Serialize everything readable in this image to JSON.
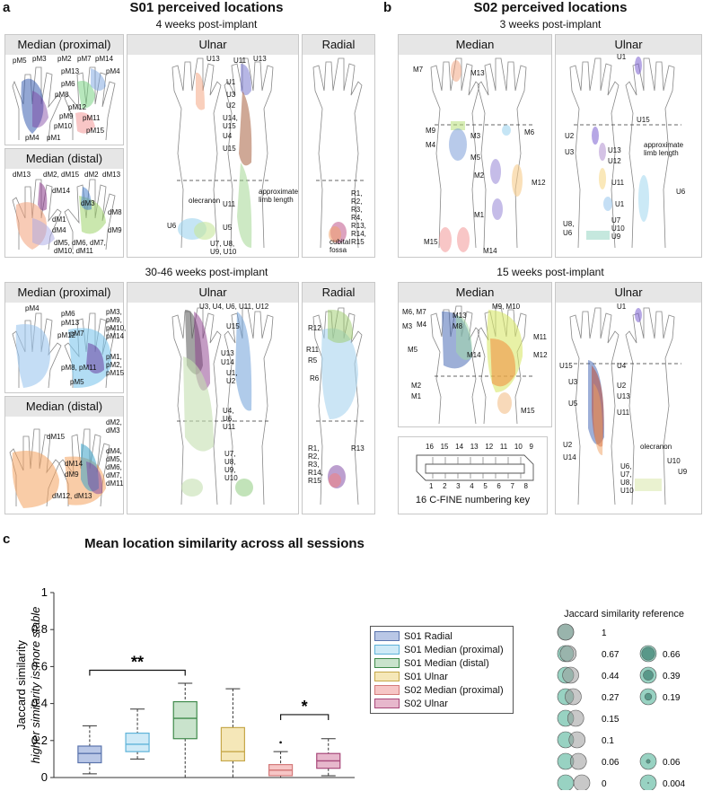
{
  "panels": {
    "a": {
      "letter": "a",
      "title": "S01 perceived locations",
      "session1": "4 weeks post-implant",
      "session2": "30-46 weeks post-implant",
      "boxes": {
        "median_proximal": "Median (proximal)",
        "median_distal": "Median (distal)",
        "ulnar": "Ulnar",
        "radial": "Radial"
      },
      "labels_top": {
        "mp": [
          "pM5",
          "pM3",
          "pM2",
          "pM7",
          "pM14",
          "pM13",
          "pM4",
          "pM6",
          "pM8",
          "pM12",
          "pM9",
          "pM11",
          "pM10",
          "pM15",
          "pM4",
          "pM1"
        ],
        "md": [
          "dM13",
          "dM2, dM15",
          "dM2",
          "dM13",
          "dM14",
          "dM3",
          "dM8",
          "dM1",
          "dM4",
          "dM9",
          "dM5, dM6, dM7,",
          "dM10, dM11"
        ],
        "u": [
          "U13",
          "U11",
          "U13",
          "U1",
          "U3",
          "U2",
          "U14,",
          "U15",
          "U4",
          "U15",
          "olecranon",
          "approximate",
          "limb length",
          "U6",
          "U11",
          "U5",
          "U7, U8,",
          "U9, U10"
        ],
        "r": [
          "R1,",
          "R2,",
          "R3,",
          "R4,",
          "R13,",
          "R14,",
          "R15",
          "cubital",
          "fossa"
        ]
      },
      "labels_bottom": {
        "mp": [
          "pM4",
          "pM6",
          "pM3,",
          "pM13",
          "pM9,",
          "pM12",
          "pM7",
          "pM10,",
          "pM14",
          "pM1,",
          "pM2,",
          "pM8, pM11",
          "pM15",
          "pM5"
        ],
        "md": [
          "dM2,",
          "dM3",
          "dM15",
          "dM14",
          "dM4,",
          "dM5,",
          "dM9",
          "dM6,",
          "dM7,",
          "dM12, dM13",
          "dM11"
        ],
        "u": [
          "U3, U4, U6, U11, U12",
          "U15",
          "U13",
          "U14",
          "U1,",
          "U2",
          "U4,",
          "U6,",
          "U11",
          "U7,",
          "U8,",
          "U9,",
          "U10"
        ],
        "r": [
          "R12",
          "R11",
          "R5",
          "R6",
          "R1,",
          "R2,",
          "R3,",
          "R14,",
          "R15",
          "R13"
        ]
      }
    },
    "b": {
      "letter": "b",
      "title": "S02 perceived locations",
      "session1": "3 weeks post-implant",
      "session2": "15 weeks post-implant",
      "boxes": {
        "median": "Median",
        "ulnar": "Ulnar"
      },
      "labels_top": {
        "m": [
          "M7",
          "M13",
          "M9",
          "M3",
          "M6",
          "M4",
          "M5",
          "M2",
          "M12",
          "M1",
          "M15",
          "M14"
        ],
        "u": [
          "U1",
          "U15",
          "U2",
          "U13",
          "U3",
          "U12",
          "approximate",
          "limb length",
          "U11",
          "U6",
          "U1",
          "U8,",
          "U6",
          "U7",
          "U10",
          "U9"
        ]
      },
      "labels_bottom": {
        "m": [
          "M9, M10",
          "M6, M7",
          "M13",
          "M3",
          "M4",
          "M8",
          "M11",
          "M5",
          "M14",
          "M12",
          "M2",
          "M1",
          "M15"
        ],
        "u": [
          "U1",
          "U15",
          "U4",
          "U3",
          "U2",
          "U13",
          "U5",
          "U11",
          "U2",
          "U14",
          "olecranon",
          "U6,",
          "U7,",
          "U8,",
          "U10",
          "U10",
          "U9"
        ]
      },
      "connector": {
        "caption": "16 C-FINE numbering key",
        "top_numbers": [
          "16",
          "15",
          "14",
          "13",
          "12",
          "11",
          "10",
          "9"
        ],
        "bottom_numbers": [
          "1",
          "2",
          "3",
          "4",
          "5",
          "6",
          "7",
          "8"
        ]
      }
    },
    "c": {
      "letter": "c"
    }
  },
  "colors": {
    "S01 Radial": "#b9c7e6",
    "S01 Median (proximal)": "#cfeaf7",
    "S01 Median (distal)": "#c9e3cc",
    "S01 Ulnar": "#f5e7b8",
    "S02 Median (proximal)": "#f6c6c6",
    "S02 Ulnar": "#e7b7cc",
    "edges": [
      "#5a74ad",
      "#5fb3d9",
      "#3f8a4b",
      "#c6a84a",
      "#d47a7a",
      "#a8487a"
    ]
  },
  "chart_data": {
    "type": "box",
    "title": "Mean location similarity across all sessions",
    "ylabel": "Jaccard similarity",
    "ylabel2": "higher similarity is more stable",
    "ylim": [
      0,
      1
    ],
    "yticks": [
      "0",
      "0.2",
      "0.4",
      "0.6",
      "0.8",
      "1"
    ],
    "series": [
      {
        "name": "S01 Radial",
        "min": 0.02,
        "q1": 0.08,
        "median": 0.13,
        "q3": 0.17,
        "max": 0.28,
        "outliers": []
      },
      {
        "name": "S01 Median (proximal)",
        "min": 0.1,
        "q1": 0.14,
        "median": 0.18,
        "q3": 0.24,
        "max": 0.37,
        "outliers": []
      },
      {
        "name": "S01 Median (distal)",
        "min": 0.0,
        "q1": 0.21,
        "median": 0.32,
        "q3": 0.41,
        "max": 0.51,
        "outliers": []
      },
      {
        "name": "S01 Ulnar",
        "min": 0.0,
        "q1": 0.09,
        "median": 0.14,
        "q3": 0.27,
        "max": 0.48,
        "outliers": []
      },
      {
        "name": "S02 Median (proximal)",
        "min": 0.0,
        "q1": 0.01,
        "median": 0.04,
        "q3": 0.07,
        "max": 0.14,
        "outliers": [
          0.19
        ]
      },
      {
        "name": "S02 Ulnar",
        "min": 0.01,
        "q1": 0.05,
        "median": 0.09,
        "q3": 0.13,
        "max": 0.21,
        "outliers": []
      }
    ],
    "significance": [
      {
        "label": "**",
        "from": 0,
        "to": 2,
        "y": 0.58
      },
      {
        "label": "*",
        "from": 4,
        "to": 5,
        "y": 0.34
      }
    ],
    "reference": {
      "title": "Jaccard similarity reference",
      "items": [
        {
          "value": 1,
          "label": "1"
        },
        {
          "value": 0.67,
          "label": "0.67"
        },
        {
          "value": 0.66,
          "label": "0.66"
        },
        {
          "value": 0.44,
          "label": "0.44"
        },
        {
          "value": 0.39,
          "label": "0.39"
        },
        {
          "value": 0.27,
          "label": "0.27"
        },
        {
          "value": 0.19,
          "label": "0.19"
        },
        {
          "value": 0.15,
          "label": "0.15"
        },
        {
          "value": 0.1,
          "label": "0.1"
        },
        {
          "value": 0.06,
          "label": "0.06"
        },
        {
          "value": 0.06,
          "label": "0.06"
        },
        {
          "value": 0,
          "label": "0"
        },
        {
          "value": 0.004,
          "label": "0.004"
        }
      ]
    }
  }
}
